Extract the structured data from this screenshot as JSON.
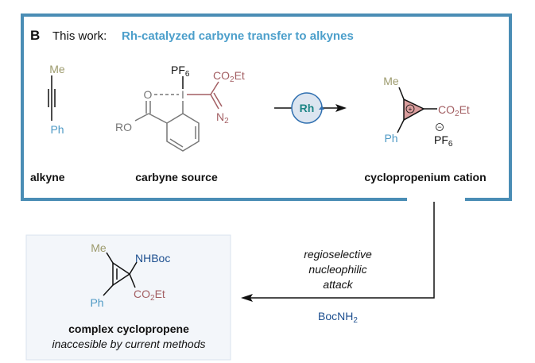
{
  "header": {
    "panel_letter": "B",
    "prefix": "This work:",
    "highlight": "Rh-catalyzed carbyne transfer to alkynes"
  },
  "alkyne": {
    "top": "Me",
    "bottom": "Ph",
    "label": "alkyne"
  },
  "carbyne_source": {
    "counterion": "PF",
    "counterion_sub": "6",
    "iodine": "I",
    "carbonyl_o": "O",
    "ester": "RO",
    "ester_group": "CO",
    "ester_group_sub": "2",
    "ester_group_end": "Et",
    "diazo": "N",
    "diazo_sub": "2",
    "label": "carbyne source"
  },
  "catalyst": {
    "label": "Rh"
  },
  "cation": {
    "top": "Me",
    "bottom": "Ph",
    "ester": "CO",
    "ester_sub": "2",
    "ester_end": "Et",
    "charge": "+",
    "anion_charge": "−",
    "anion": "PF",
    "anion_sub": "6",
    "label": "cyclopropenium cation"
  },
  "step2": {
    "line1": "regioselective",
    "line2": "nucleophilic",
    "line3": "attack",
    "reagent": "BocNH",
    "reagent_sub": "2"
  },
  "product": {
    "top": "Me",
    "bottom": "Ph",
    "amine": "NHBoc",
    "ester": "CO",
    "ester_sub": "2",
    "ester_end": "Et",
    "label": "complex cyclopropene",
    "sublabel": "inaccesible by current methods"
  },
  "colors": {
    "box_border": "#4a8db5",
    "title_blue": "#4c9fcb",
    "me": "#9c9a6c",
    "ph": "#4f9ac5",
    "ester_red": "#a35f63",
    "amine_blue": "#1d4f8f",
    "rh_teal": "#1c8585",
    "cation_fill": "#d99d9d",
    "product_box": "#f3f6fa"
  }
}
